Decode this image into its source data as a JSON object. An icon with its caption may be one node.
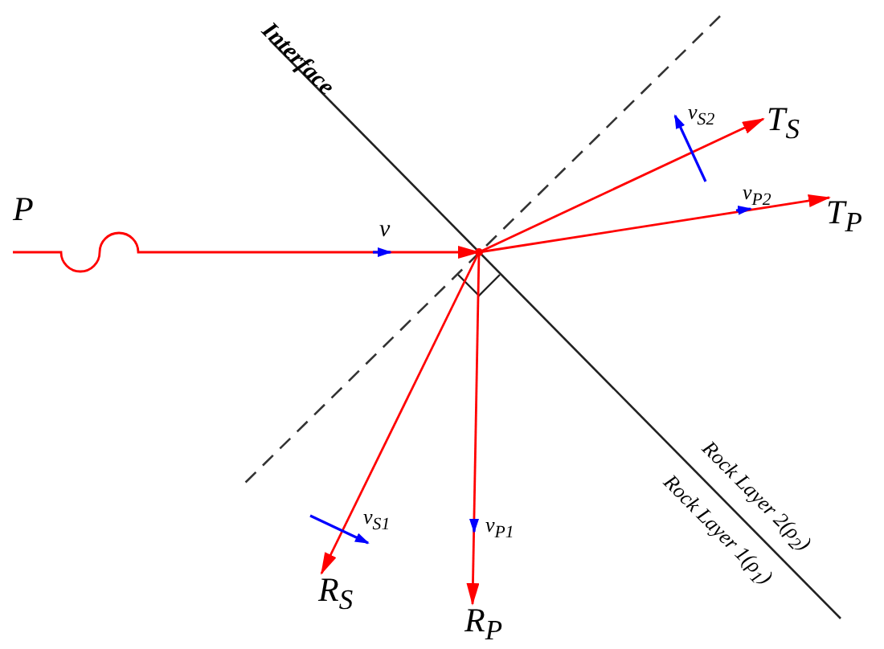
{
  "diagram": {
    "nodes": [
      {
        "text": [
          "P"
        ]
      },
      {
        "text": [],
        "shape": "point"
      },
      {
        "text": [
          "T$_{S}$"
        ]
      },
      {
        "text": [
          "T$_{P}$"
        ]
      },
      {
        "text": [
          "R$_{S}$"
        ]
      },
      {
        "text": [
          "R$_{P}$"
        ]
      }
    ],
    "edges": [
      {
        "from": 0,
        "to": 1,
        "arrow": "to"
      },
      {
        "from": 1,
        "to": 2,
        "arrow": "to"
      },
      {
        "from": 1,
        "to": 3,
        "arrow": "to"
      },
      {
        "from": 1,
        "to": 4,
        "arrow": "to"
      },
      {
        "from": 1,
        "to": 5,
        "arrow": "to"
      }
    ],
    "labels": [
      "Interface",
      "v",
      "v$_{S2}$",
      "v$_{P2}$",
      "v$_{S1}$",
      "v$_{P1}$",
      "Rock Layer 2(ρ$_{2}$)",
      "Rock Layer 1(ρ$_{1}$)"
    ]
  }
}
